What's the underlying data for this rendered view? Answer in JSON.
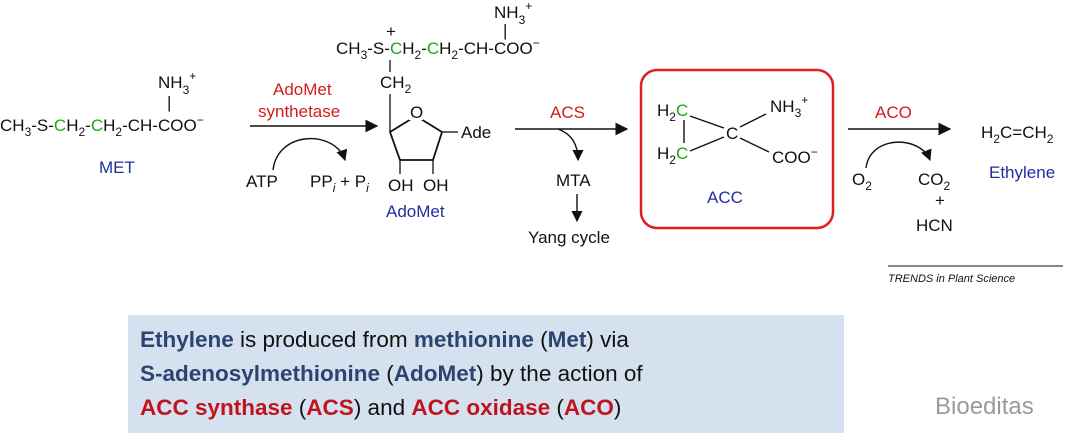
{
  "diagram": {
    "met": {
      "chain_a": "CH",
      "sub3": "3",
      "chain_b": "-S-",
      "c1": "C",
      "chain_c": "H",
      "sub2a": "2",
      "dash1": "-",
      "c2": "C",
      "chain_d": "H",
      "sub2b": "2",
      "tail": "-CH-COO",
      "minus": "−",
      "nh": "NH",
      "nh_sub": "3",
      "nh_plus": "+",
      "bond": "|",
      "label": "MET"
    },
    "adomet": {
      "chain_a": "CH",
      "sub3": "3",
      "dash0": "-",
      "s": "S",
      "splus": "+",
      "dash1": "-",
      "c1": "C",
      "chain_b": "H",
      "sub2a": "2",
      "dash2": "-",
      "c2": "C",
      "chain_c": "H",
      "sub2b": "2",
      "tail": "-CH-COO",
      "minus": "−",
      "nh": "NH",
      "nh_sub": "3",
      "nh_plus": "+",
      "bond": "|",
      "ch2": "CH",
      "ch2_sub": "2",
      "ring_o": "O",
      "ade": "Ade",
      "oh1": "OH",
      "oh2": "OH",
      "label": "AdoMet"
    },
    "step1": {
      "enzyme_line1": "AdoMet",
      "enzyme_line2": "synthetase",
      "input": "ATP",
      "out_pp": "PP",
      "out_i1": "i",
      "out_plus": " + P",
      "out_i2": "i"
    },
    "step2": {
      "enzyme": "ACS",
      "product": "MTA",
      "cycle": "Yang cycle"
    },
    "acc": {
      "h2c_top_h": "H",
      "h2c_top_sub": "2",
      "h2c_top_c": "C",
      "h2c_bot_h": "H",
      "h2c_bot_sub": "2",
      "h2c_bot_c": "C",
      "center_c": "C",
      "nh": "NH",
      "nh_sub": "3",
      "nh_plus": "+",
      "coo": "COO",
      "coo_minus": "−",
      "label": "ACC"
    },
    "step3": {
      "enzyme": "ACO",
      "input_o": "O",
      "input_sub": "2",
      "out_co": "CO",
      "out_sub": "2",
      "out_plus": "+",
      "out_hcn": "HCN"
    },
    "ethylene": {
      "h": "H",
      "sub1": "2",
      "c1": "C",
      "dbl": "=",
      "c2": "CH",
      "sub2": "2",
      "label": "Ethylene"
    },
    "source": "TRENDS in Plant Science"
  },
  "caption": {
    "w1": "Ethylene",
    "t1": " is produced from ",
    "w2": "methionine",
    "t2": " (",
    "w3": "Met",
    "t3": ") via",
    "w4": "S-adenosylmethionine",
    "t4": " (",
    "w5": "AdoMet",
    "t5": ") by the action of",
    "w6": "ACC synthase",
    "t6": " (",
    "w7": "ACS",
    "t7": ") and ",
    "w8": "ACC oxidase",
    "t8": " (",
    "w9": "ACO",
    "t9": ")"
  },
  "watermark": "Bioeditas",
  "colors": {
    "green_atoms": "#1aa81a",
    "enzyme_red": "#d21c1c",
    "compound_blue": "#1f2f9e",
    "caption_bg": "#d6e1ef",
    "caption_blue": "#2d4470",
    "caption_red": "#c0141c",
    "acc_box": "#e02020"
  }
}
